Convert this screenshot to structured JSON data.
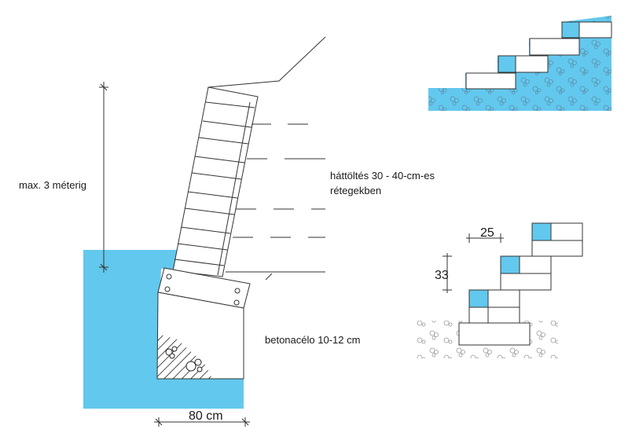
{
  "labels": {
    "max_height": "max. 3 méterig",
    "backfill_line1": "háttöltés 30 - 40-cm-es",
    "backfill_line2": "rétegekben",
    "rebar": "betonacélo 10-12 cm",
    "base_width": "80 cm",
    "step_width": "25",
    "step_height": "33"
  },
  "colors": {
    "water": "#63c8ee",
    "line": "#333333",
    "gravel": "#8ea8b8"
  }
}
